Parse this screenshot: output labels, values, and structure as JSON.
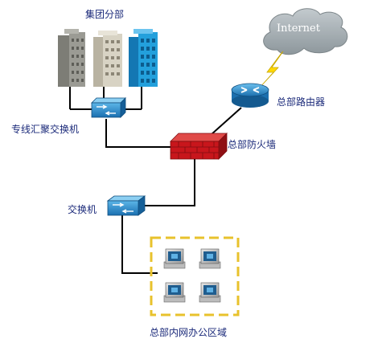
{
  "diagram": {
    "nodes": {
      "internet": {
        "label": "Internet",
        "icon": "cloud-icon"
      },
      "group_branch": {
        "label": "集团分部",
        "icon": "buildings-icon"
      },
      "core_switch": {
        "label": "专线汇聚交换机",
        "icon": "switch-icon"
      },
      "hq_router": {
        "label": "总部路由器",
        "icon": "router-icon"
      },
      "hq_firewall": {
        "label": "总部防火墙",
        "icon": "firewall-icon"
      },
      "switch": {
        "label": "交换机",
        "icon": "switch-icon"
      },
      "office_zone": {
        "label": "总部内网办公区域",
        "icon": "workstation-icon"
      }
    },
    "links": [
      [
        "group_branch",
        "core_switch"
      ],
      [
        "core_switch",
        "hq_firewall"
      ],
      [
        "hq_firewall",
        "hq_router"
      ],
      [
        "hq_router",
        "internet"
      ],
      [
        "hq_firewall",
        "switch"
      ],
      [
        "switch",
        "office_zone"
      ]
    ],
    "colors": {
      "label": "#1b2a7a",
      "line": "#000000",
      "cloud": "#9aa3a8",
      "lightning": "#ffd800",
      "switch": "#2c8fd0",
      "router": "#2c8fd0",
      "firewall": "#c8161c",
      "zone_border": "#e8c22c",
      "building_grey": "#9b9b94",
      "building_beige": "#d8d3c4",
      "building_blue": "#23a0dc"
    }
  }
}
